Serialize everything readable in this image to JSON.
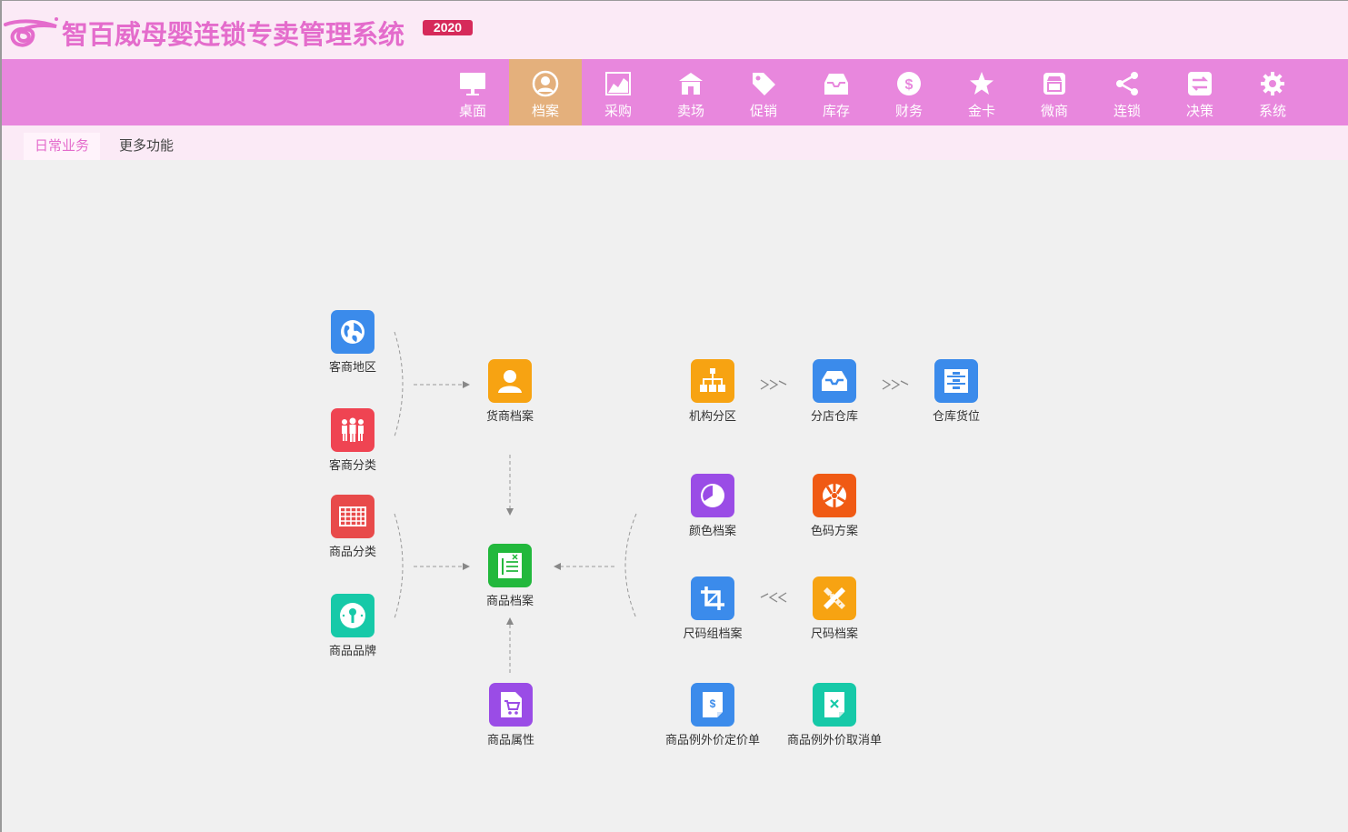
{
  "app": {
    "title": "智百威母婴连锁专卖管理系统",
    "year_badge": "2020",
    "brand_color": "#e887dd",
    "title_color": "#e46ccc",
    "active_tab_color": "#e4b07c"
  },
  "topnav": {
    "items": [
      {
        "label": "桌面",
        "icon": "monitor-icon"
      },
      {
        "label": "档案",
        "icon": "user-circle-icon",
        "active": true
      },
      {
        "label": "采购",
        "icon": "chart-icon"
      },
      {
        "label": "卖场",
        "icon": "store-icon"
      },
      {
        "label": "促销",
        "icon": "tag-icon"
      },
      {
        "label": "库存",
        "icon": "inbox-icon"
      },
      {
        "label": "财务",
        "icon": "dollar-icon"
      },
      {
        "label": "金卡",
        "icon": "star-icon"
      },
      {
        "label": "微商",
        "icon": "shop-icon"
      },
      {
        "label": "连锁",
        "icon": "share-icon"
      },
      {
        "label": "决策",
        "icon": "swap-icon"
      },
      {
        "label": "系统",
        "icon": "gear-icon"
      }
    ]
  },
  "subtabs": {
    "daily": "日常业务",
    "more": "更多功能"
  },
  "tiles": {
    "customer_region": {
      "label": "客商地区",
      "icon": "globe-icon",
      "color": "#3b8beb"
    },
    "customer_category": {
      "label": "客商分类",
      "icon": "people-icon",
      "color": "#ef4452"
    },
    "product_category": {
      "label": "商品分类",
      "icon": "grid-icon",
      "color": "#e84a4a"
    },
    "product_brand": {
      "label": "商品品牌",
      "icon": "brand-icon",
      "color": "#16c9a8"
    },
    "supplier_file": {
      "label": "货商档案",
      "icon": "person-icon",
      "color": "#f7a312"
    },
    "product_file": {
      "label": "商品档案",
      "icon": "product-icon",
      "color": "#22b83c"
    },
    "product_attr": {
      "label": "商品属性",
      "icon": "cart-icon",
      "color": "#9a4ce6"
    },
    "org_zone": {
      "label": "机构分区",
      "icon": "org-icon",
      "color": "#f7a312"
    },
    "branch_warehouse": {
      "label": "分店仓库",
      "icon": "tray-icon",
      "color": "#3b8beb"
    },
    "warehouse_slot": {
      "label": "仓库货位",
      "icon": "cabinet-icon",
      "color": "#3b8beb"
    },
    "color_file": {
      "label": "颜色档案",
      "icon": "pie-icon",
      "color": "#9a4ce6"
    },
    "color_size_plan": {
      "label": "色码方案",
      "icon": "aperture-icon",
      "color": "#f05a14"
    },
    "size_group_file": {
      "label": "尺码组档案",
      "icon": "crop-icon",
      "color": "#3b8beb"
    },
    "size_file": {
      "label": "尺码档案",
      "icon": "pencil-ruler-icon",
      "color": "#f7a312"
    },
    "exception_price": {
      "label": "商品例外价定价单",
      "icon": "price-doc-icon",
      "color": "#3b8beb"
    },
    "exception_cancel": {
      "label": "商品例外价取消单",
      "icon": "cancel-doc-icon",
      "color": "#16c9a8"
    }
  }
}
